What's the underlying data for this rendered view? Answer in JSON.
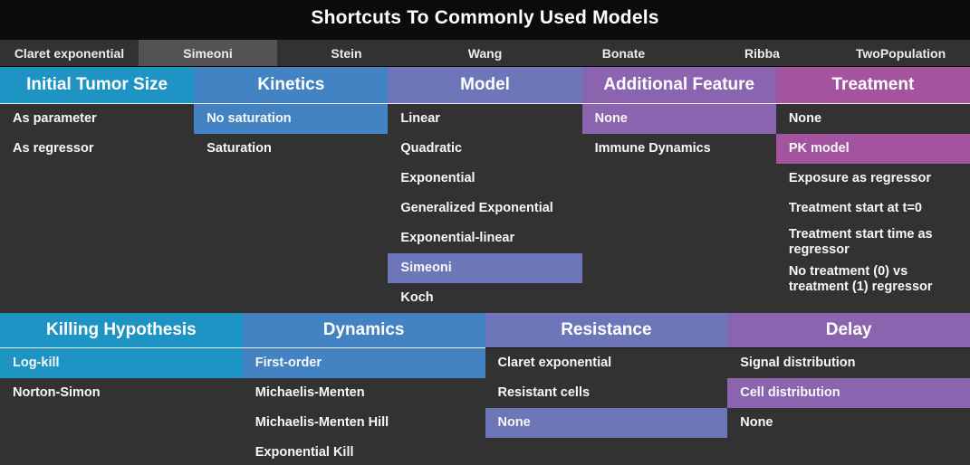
{
  "title": "Shortcuts To Commonly Used Models",
  "colors": {
    "teal": "#1e94c4",
    "blue": "#4383c3",
    "periwinkle": "#6c76b9",
    "purple": "#8a64ae",
    "magenta": "#a4549e",
    "tab_selected": "#555254",
    "panel_bg": "#323232"
  },
  "tabs": {
    "items": [
      {
        "label": "Claret exponential",
        "selected": false
      },
      {
        "label": "Simeoni",
        "selected": true
      },
      {
        "label": "Stein",
        "selected": false
      },
      {
        "label": "Wang",
        "selected": false
      },
      {
        "label": "Bonate",
        "selected": false
      },
      {
        "label": "Ribba",
        "selected": false
      },
      {
        "label": "TwoPopulation",
        "selected": false
      }
    ]
  },
  "sections": [
    {
      "columns": [
        {
          "header": "Initial Tumor Size",
          "color": "teal",
          "items": [
            {
              "label": "As parameter",
              "highlighted": false
            },
            {
              "label": "As regressor",
              "highlighted": false
            }
          ]
        },
        {
          "header": "Kinetics",
          "color": "blue",
          "items": [
            {
              "label": "No saturation",
              "highlighted": true
            },
            {
              "label": "Saturation",
              "highlighted": false
            }
          ]
        },
        {
          "header": "Model",
          "color": "periwinkle",
          "items": [
            {
              "label": "Linear",
              "highlighted": false
            },
            {
              "label": "Quadratic",
              "highlighted": false
            },
            {
              "label": "Exponential",
              "highlighted": false
            },
            {
              "label": "Generalized Exponential",
              "highlighted": false
            },
            {
              "label": "Exponential-linear",
              "highlighted": false
            },
            {
              "label": "Simeoni",
              "highlighted": true
            },
            {
              "label": "Koch",
              "highlighted": false
            }
          ]
        },
        {
          "header": "Additional Feature",
          "color": "purple",
          "items": [
            {
              "label": "None",
              "highlighted": true
            },
            {
              "label": "Immune Dynamics",
              "highlighted": false
            }
          ]
        },
        {
          "header": "Treatment",
          "color": "magenta",
          "items": [
            {
              "label": "None",
              "highlighted": false
            },
            {
              "label": "PK model",
              "highlighted": true
            },
            {
              "label": "Exposure as regressor",
              "highlighted": false
            },
            {
              "label": "Treatment start at t=0",
              "highlighted": false
            },
            {
              "label": "Treatment start time as regressor",
              "highlighted": false
            },
            {
              "label": "No treatment (0) vs treatment (1) regressor",
              "highlighted": false
            }
          ]
        }
      ]
    },
    {
      "columns": [
        {
          "header": "Killing Hypothesis",
          "color": "teal",
          "items": [
            {
              "label": "Log-kill",
              "highlighted": true
            },
            {
              "label": "Norton-Simon",
              "highlighted": false
            }
          ]
        },
        {
          "header": "Dynamics",
          "color": "blue",
          "items": [
            {
              "label": "First-order",
              "highlighted": true
            },
            {
              "label": "Michaelis-Menten",
              "highlighted": false
            },
            {
              "label": "Michaelis-Menten Hill",
              "highlighted": false
            },
            {
              "label": "Exponential Kill",
              "highlighted": false
            }
          ]
        },
        {
          "header": "Resistance",
          "color": "periwinkle",
          "items": [
            {
              "label": "Claret exponential",
              "highlighted": false
            },
            {
              "label": "Resistant cells",
              "highlighted": false
            },
            {
              "label": "None",
              "highlighted": true
            }
          ]
        },
        {
          "header": "Delay",
          "color": "purple",
          "items": [
            {
              "label": "Signal distribution",
              "highlighted": false
            },
            {
              "label": "Cell distribution",
              "highlighted": true
            },
            {
              "label": "None",
              "highlighted": false
            }
          ]
        }
      ]
    }
  ]
}
